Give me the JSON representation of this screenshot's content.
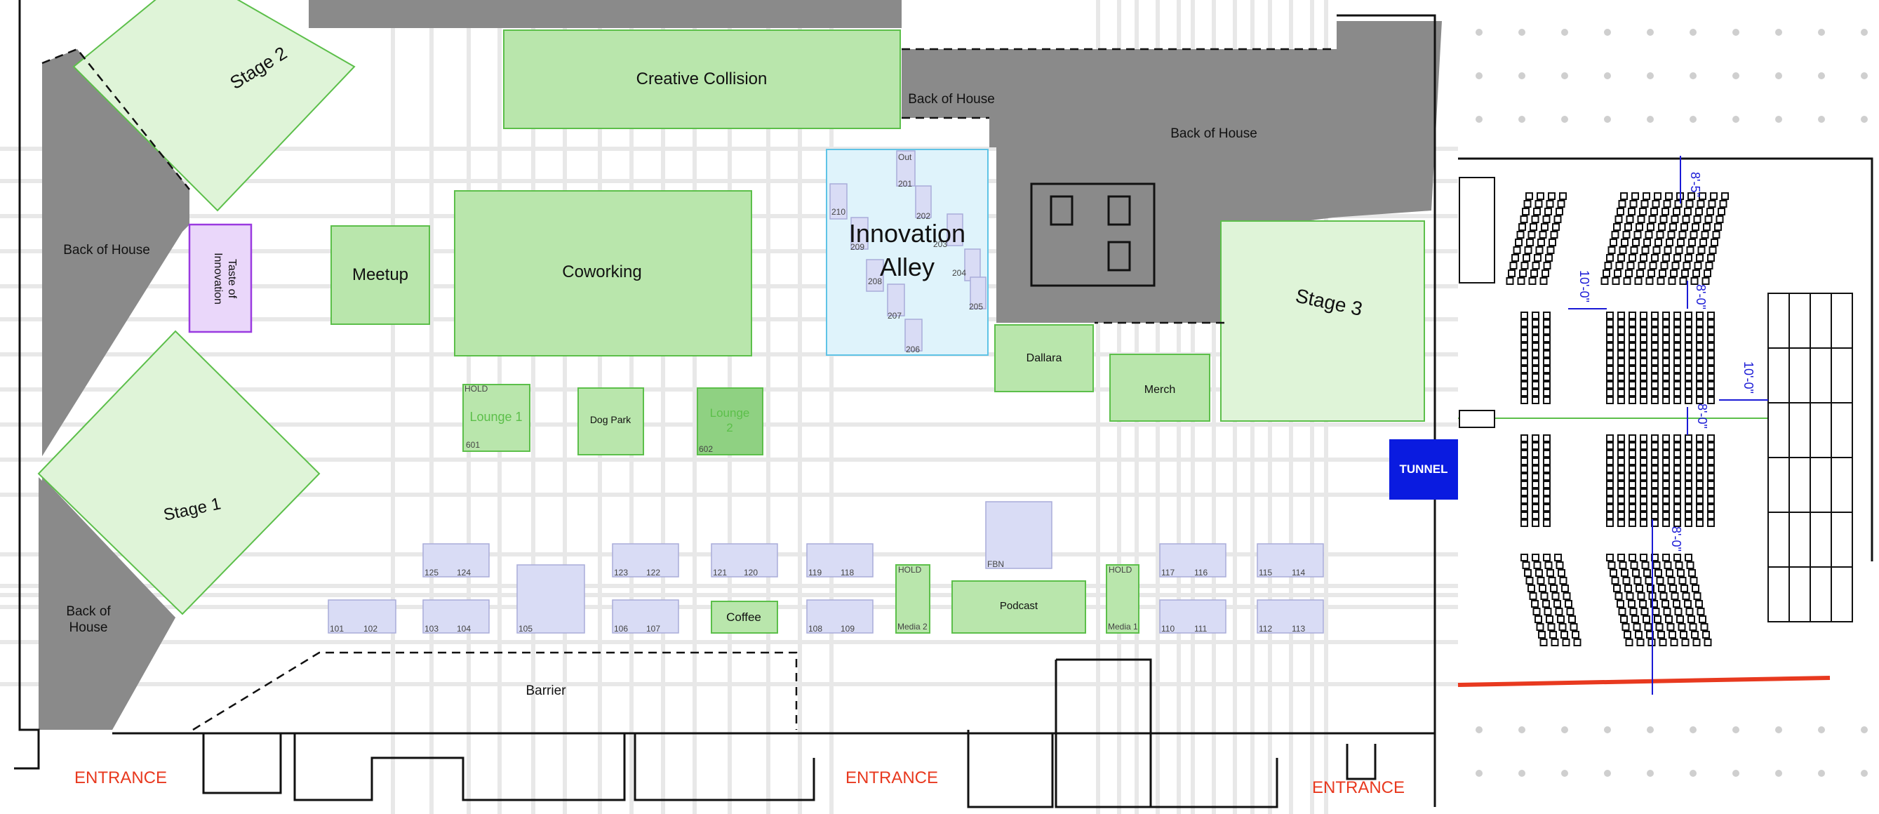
{
  "floorplan": {
    "zones": {
      "creative_collision": "Creative Collision",
      "back_of_house_top": "Back of House",
      "back_of_house_right": "Back of House",
      "back_of_house_left": "Back of House",
      "back_of_house_bottom_line1": "Back of",
      "back_of_house_bottom_line2": "House",
      "taste_line1": "Taste of",
      "taste_line2": "Innovation",
      "meetup": "Meetup",
      "coworking": "Coworking",
      "innovation_line1": "Innovation",
      "innovation_line2": "Alley",
      "dallara": "Dallara",
      "merch": "Merch",
      "lounge1": "Lounge 1",
      "lounge1_hold": "HOLD",
      "lounge1_num": "601",
      "dog_park": "Dog Park",
      "lounge2_line1": "Lounge",
      "lounge2_line2": "2",
      "lounge2_num": "602",
      "fbn": "FBN",
      "podcast": "Podcast",
      "coffee": "Coffee",
      "media2": "Media 2",
      "media1": "Media 1",
      "hold": "HOLD",
      "barrier": "Barrier",
      "tunnel": "TUNNEL",
      "stage1": "Stage 1",
      "stage2": "Stage 2",
      "stage3": "Stage 3",
      "entrance_left": "ENTRANCE",
      "entrance_center": "ENTRANCE",
      "entrance_right": "ENTRANCE"
    },
    "innovation_booths": {
      "out": "Out",
      "b201": "201",
      "b202": "202",
      "b203": "203",
      "b204": "204",
      "b205": "205",
      "b206": "206",
      "b207": "207",
      "b208": "208",
      "b209": "209",
      "b210": "210"
    },
    "booths": {
      "b101": "101",
      "b102": "102",
      "b103": "103",
      "b104": "104",
      "b105": "105",
      "b106": "106",
      "b107": "107",
      "b108": "108",
      "b109": "109",
      "b110": "110",
      "b111": "111",
      "b112": "112",
      "b113": "113",
      "b114": "114",
      "b115": "115",
      "b116": "116",
      "b117": "117",
      "b118": "118",
      "b119": "119",
      "b120": "120",
      "b121": "121",
      "b122": "122",
      "b123": "123",
      "b124": "124",
      "b125": "125"
    },
    "dimensions": {
      "d1": "8'-5\"",
      "d2": "10'-0\"",
      "d3": "8'-0\"",
      "d4": "10'-0\"",
      "d5": "8'-0\"",
      "d6": "8'-0\""
    },
    "colors": {
      "back_of_house": "#8a8a8a",
      "green_zone": "#b9e6ac",
      "stage": "#dff4d8",
      "booth": "#d9dcf5",
      "innovation": "#dff3fb",
      "tunnel": "#0a1be0",
      "entrance": "#e8391f",
      "dimension": "#1a1ad6"
    }
  }
}
